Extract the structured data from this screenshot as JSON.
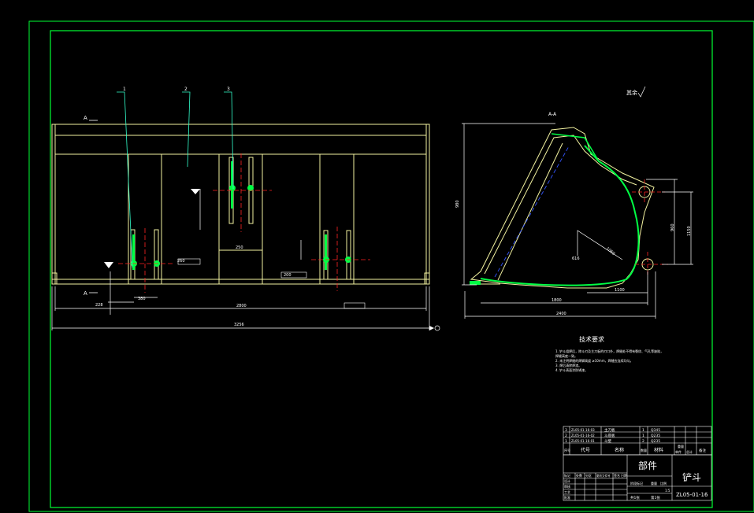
{
  "colors": {
    "background": "#000000",
    "frame": "#00ff33",
    "outline": "#f2f2a0",
    "leader": "#33ffcc",
    "center": "#ff2222",
    "dim": "#ffffff",
    "hidden": "#3355ff",
    "weld": "#00ff44"
  },
  "front_view": {
    "section_mark_top": "A",
    "section_mark_bottom": "A",
    "balloons": [
      "1",
      "2",
      "3"
    ],
    "total_width": "3256",
    "inner_span": "2800",
    "edge_offset": "228",
    "side_dim": "380",
    "lug_dims": [
      "250",
      "260",
      "200"
    ]
  },
  "section_view": {
    "label": "A-A",
    "height": "980",
    "dims": [
      "1150",
      "960",
      "1060",
      "1800",
      "2400",
      "1100",
      "616"
    ]
  },
  "roughness_note": "其余",
  "tech_requirements": {
    "title": "技术要求",
    "items": [
      "1. 铲斗组焊后，除斗刃及主刀板的刃口外，焊缝处不得有裂纹、气孔等缺陷，",
      "   焊缝高度一致。",
      "2. 未注明焊缝的焊脚高度 ≥10mm，焊缝应连续均匀。",
      "3. 焊后清除焊渣。",
      "4. 铲斗表面涂防锈漆。"
    ]
  },
  "bom": {
    "rows": [
      {
        "no": "3",
        "code": "ZL05-01-16-03",
        "name": "主刀板",
        "qty": "1",
        "material": "Q345"
      },
      {
        "no": "2",
        "code": "ZL05-01-16-02",
        "name": "斗底板",
        "qty": "1",
        "material": "Q235"
      },
      {
        "no": "1",
        "code": "ZL05-01-16-01",
        "name": "斗壁",
        "qty": "2",
        "material": "Q235"
      }
    ],
    "header": [
      "序号",
      "代号",
      "名称",
      "数量",
      "材料",
      "单件",
      "总计",
      "备注"
    ],
    "weight_label": "重量"
  },
  "title_block": {
    "category": "部件",
    "drawing_title": "铲斗",
    "drawing_no": "ZL05-01-16",
    "rows": [
      "标记",
      "处数",
      "分区",
      "更改文件号",
      "签名",
      "日期"
    ],
    "roles": [
      "设计",
      "审核",
      "工艺",
      "批准"
    ],
    "stage_label": "阶段标记",
    "weight_label": "重量",
    "scale_label": "比例",
    "scale": "1:5",
    "sheet_total": "共1张",
    "sheet_no": "第1张"
  }
}
